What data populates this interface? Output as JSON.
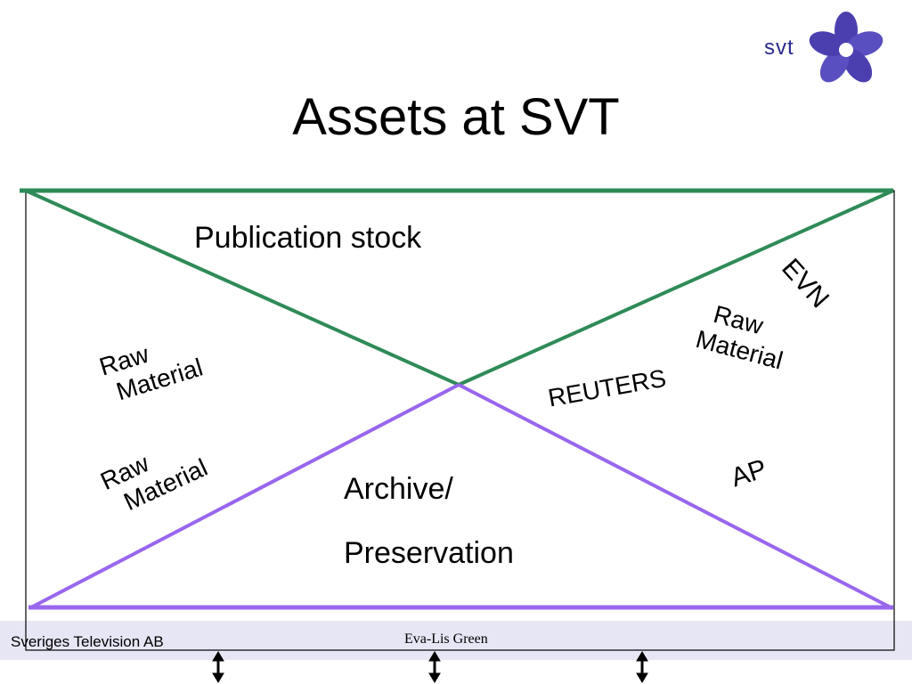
{
  "title": "Assets at SVT",
  "logo": {
    "text": "svt",
    "flower_color": "#4b3fb0"
  },
  "diagram": {
    "publication_label": "Publication stock",
    "archive_label_line1": "Archive/",
    "archive_label_line2": "Preservation",
    "raw_material_upper_left": {
      "line1": "Raw",
      "line2": "Material"
    },
    "raw_material_lower_left": {
      "line1": "Raw",
      "line2": "Material"
    },
    "raw_material_right": {
      "line1": "Raw",
      "line2": "Material"
    },
    "sources": {
      "evn": "EVN",
      "reuters": "REUTERS",
      "ap": "AP"
    },
    "colors": {
      "publication_line": "#2e8b57",
      "archive_line": "#9966ee",
      "frame": "#000000"
    }
  },
  "footer": {
    "company": "Sveriges Television AB",
    "author": "Eva-Lis Green"
  }
}
